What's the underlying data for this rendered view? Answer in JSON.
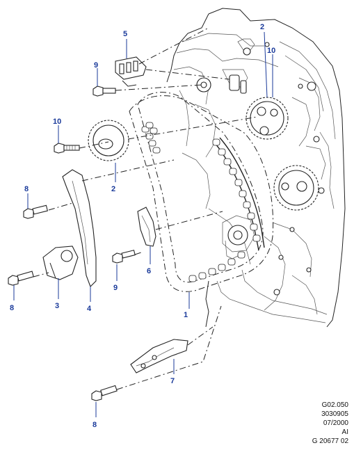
{
  "callouts": [
    {
      "id": "c1",
      "label": "1"
    },
    {
      "id": "c2a",
      "label": "2"
    },
    {
      "id": "c2b",
      "label": "2"
    },
    {
      "id": "c3",
      "label": "3"
    },
    {
      "id": "c4",
      "label": "4"
    },
    {
      "id": "c5",
      "label": "5"
    },
    {
      "id": "c6",
      "label": "6"
    },
    {
      "id": "c7",
      "label": "7"
    },
    {
      "id": "c8a",
      "label": "8"
    },
    {
      "id": "c8b",
      "label": "8"
    },
    {
      "id": "c8c",
      "label": "8"
    },
    {
      "id": "c9a",
      "label": "9"
    },
    {
      "id": "c9b",
      "label": "9"
    },
    {
      "id": "c10a",
      "label": "10"
    },
    {
      "id": "c10b",
      "label": "10"
    }
  ],
  "caption": {
    "line1": "G02.050",
    "line2": "3030905",
    "line3": "07/2000",
    "line4": "AI",
    "line5": "G 20677 02"
  },
  "colors": {
    "callout": "#1a3a9a",
    "linework": "#222222",
    "background": "#ffffff"
  }
}
